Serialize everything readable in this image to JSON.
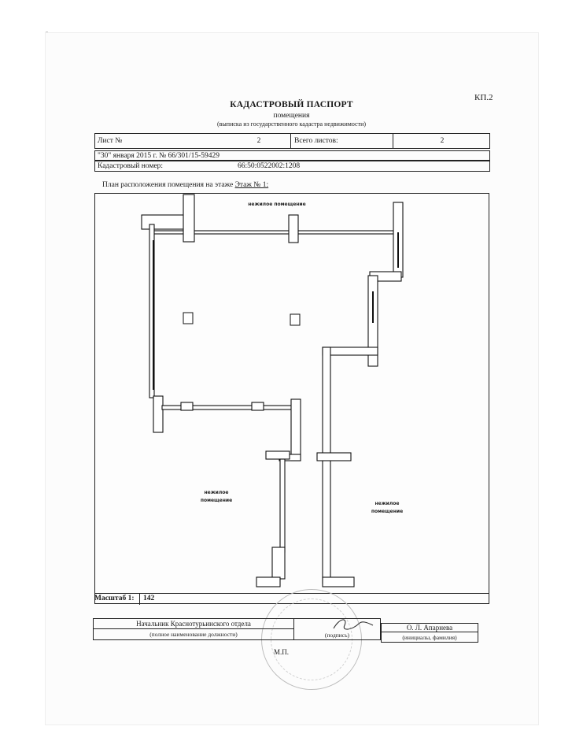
{
  "header": {
    "form_code": "КП.2",
    "title": "КАДАСТРОВЫЙ ПАСПОРТ",
    "subtitle": "помещения",
    "note": "(выписка из государственного кадастра недвижимости)"
  },
  "sheet_row": {
    "sheet_label": "Лист №",
    "sheet_value": "2",
    "total_label": "Всего листов:",
    "total_value": "2"
  },
  "date_row": {
    "date_text": "\"30\" января 2015 г. № 66/301/15-59429"
  },
  "cadastral_row": {
    "label": "Кадастровый номер:",
    "value": "66:50:0522002:1208"
  },
  "plan": {
    "label_prefix": "План расположения помещения на этаже",
    "label_floor": "Этаж № 1:",
    "room_top": "нежилое помещение",
    "room_left_line1": "нежилое",
    "room_left_line2": "помещение",
    "room_right_line1": "нежилое",
    "room_right_line2": "помещение"
  },
  "scale": {
    "label": "Масштаб 1:",
    "value": "142"
  },
  "signature": {
    "position_value": "Начальник Краснотурьинского отдела",
    "position_caption": "(полное наименование должности)",
    "signature_caption": "(подпись)",
    "name_value": "О. Л. Апарнева",
    "name_caption": "(инициалы, фамилия)",
    "stamp_label": "М.П."
  }
}
